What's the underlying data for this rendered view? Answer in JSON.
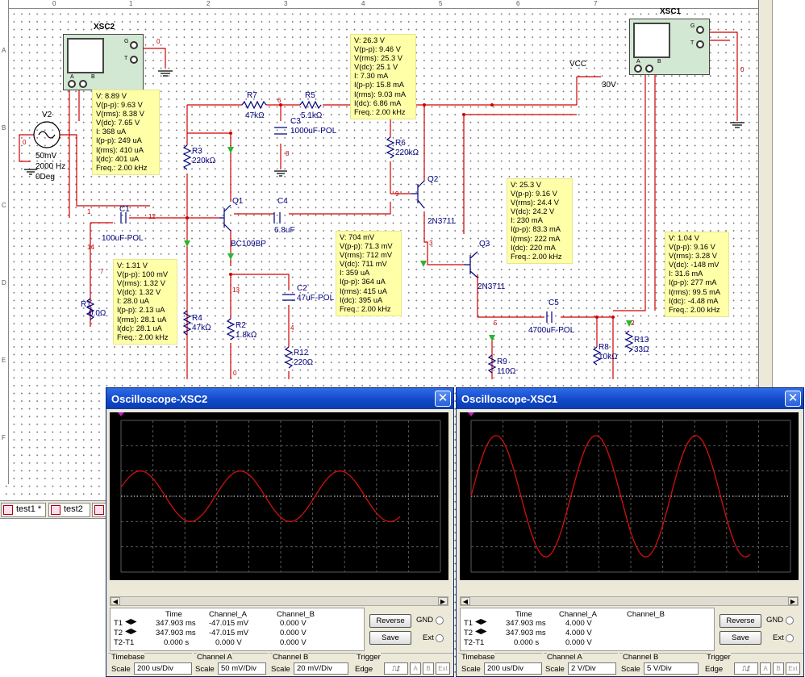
{
  "ruler": {
    "cols": [
      "0",
      "1",
      "2",
      "3",
      "4",
      "5",
      "6",
      "7"
    ],
    "rows": [
      "A",
      "B",
      "C",
      "D",
      "E",
      "F"
    ]
  },
  "instruments": {
    "xsc2": "XSC2",
    "xsc1": "XSC1"
  },
  "terminals": {
    "g": "G",
    "t": "T",
    "a": "A",
    "b": "B"
  },
  "components": {
    "v2_name": "V2",
    "v2_val1": "50mV",
    "v2_val2": "2000 Hz",
    "v2_val3": "0Deg",
    "r7_name": "R7",
    "r7_val": "47kΩ",
    "r5_name": "R5",
    "r5_val": "5.1kΩ",
    "c3_name": "C3",
    "c3_val": "1000uF-POL",
    "r3_name": "R3",
    "r3_val": "220kΩ",
    "q1_name": "Q1",
    "q1_model": "BC109BP",
    "c4_name": "C4",
    "c4_val": "6.8uF",
    "c1_name": "C1",
    "c1_val": "100uF-POL",
    "r1_name": "R1",
    "r1_val": "0.0Ω",
    "r4_name": "R4",
    "r4_val": "47kΩ",
    "r2_name": "R2",
    "r2_val": "1.8kΩ",
    "c2_name": "C2",
    "c2_val": "47uF-POL",
    "r12_name": "R12",
    "r12_val": "220Ω",
    "r6_name": "R6",
    "r6_val": "220kΩ",
    "q2_name": "Q2",
    "q2_model": "2N3711",
    "q3_name": "Q3",
    "q3_model": "2N3711",
    "vcc_name": "VCC",
    "vcc_val": "30V",
    "c5_name": "C5",
    "c5_val": "4700uF-POL",
    "r9_name": "R9",
    "r9_val": "110Ω",
    "r8_name": "R8",
    "r8_val": "10kΩ",
    "r13_name": "R13",
    "r13_val": "33Ω"
  },
  "nets": {
    "n0a": "0",
    "n0b": "0",
    "n0c": "0",
    "n0d": "0",
    "n1": "1",
    "n12": "12",
    "n14": "14",
    "n7": "7",
    "n13": "13",
    "n4": "4",
    "n6": "6",
    "n9": "9",
    "n3": "3",
    "n5": "5",
    "n2": "2",
    "n8": "8"
  },
  "probes": {
    "p1": [
      "V: 8.89 V",
      "V(p-p): 9.63 V",
      "V(rms): 8.38 V",
      "V(dc): 7.65 V",
      "I: 368 uA",
      "I(p-p): 249 uA",
      "I(rms): 410 uA",
      "I(dc): 401 uA",
      "Freq.: 2.00 kHz"
    ],
    "p2": [
      "V: 26.3 V",
      "V(p-p): 9.46 V",
      "V(rms): 25.3 V",
      "V(dc): 25.1 V",
      "I: 7.30 mA",
      "I(p-p): 15.8 mA",
      "I(rms): 9.03 mA",
      "I(dc): 6.86 mA",
      "Freq.: 2.00 kHz"
    ],
    "p3": [
      "V: 25.3 V",
      "V(p-p): 9.16 V",
      "V(rms): 24.4 V",
      "V(dc): 24.2 V",
      "I: 230 mA",
      "I(p-p): 83.3 mA",
      "I(rms): 222 mA",
      "I(dc): 220 mA",
      "Freq.: 2.00 kHz"
    ],
    "p4": [
      "V: 704 mV",
      "V(p-p): 71.3 mV",
      "V(rms): 712 mV",
      "V(dc): 711 mV",
      "I: 359 uA",
      "I(p-p): 364 uA",
      "I(rms): 415 uA",
      "I(dc): 395 uA",
      "Freq.: 2.00 kHz"
    ],
    "p5": [
      "V: 1.31 V",
      "V(p-p): 100 mV",
      "V(rms): 1.32 V",
      "V(dc): 1.32 V",
      "I: 28.0 uA",
      "I(p-p): 2.13 uA",
      "I(rms): 28.1 uA",
      "I(dc): 28.1 uA",
      "Freq.: 2.00 kHz"
    ],
    "p6": [
      "V: 1.04 V",
      "V(p-p): 9.16 V",
      "V(rms): 3.28 V",
      "V(dc): -148 mV",
      "I: 31.6 mA",
      "I(p-p): 277 mA",
      "I(rms): 99.5 mA",
      "I(dc): -4.48 mA",
      "Freq.: 2.00 kHz"
    ]
  },
  "tabs": [
    "test1 *",
    "test2"
  ],
  "scope_xsc2": {
    "title": "Oscilloscope-XSC2",
    "hdr_time": "Time",
    "hdr_cha": "Channel_A",
    "hdr_chb": "Channel_B",
    "t1": "T1",
    "t2": "T2",
    "t2t1": "T2-T1",
    "t1_time": "347.903 ms",
    "t1_a": "-47.015 mV",
    "t1_b": "0.000 V",
    "t2_time": "347.903 ms",
    "t2_a": "-47.015 mV",
    "t2_b": "0.000 V",
    "d_time": "0.000 s",
    "d_a": "0.000 V",
    "d_b": "0.000 V",
    "reverse": "Reverse",
    "save": "Save",
    "gnd": "GND",
    "ext": "Ext",
    "g_timebase": "Timebase",
    "g_cha": "Channel A",
    "g_chb": "Channel B",
    "g_trigger": "Trigger",
    "scale": "Scale",
    "timebase_scale": "200 us/Div",
    "cha_scale": "50 mV/Div",
    "chb_scale": "20 mV/Div",
    "edge": "Edge",
    "trig_a": "A",
    "trig_b": "B",
    "trig_ext": "Ext"
  },
  "scope_xsc1": {
    "title": "Oscilloscope-XSC1",
    "hdr_time": "Time",
    "hdr_cha": "Channel_A",
    "hdr_chb": "Channel_B",
    "t1": "T1",
    "t2": "T2",
    "t2t1": "T2-T1",
    "t1_time": "347.903 ms",
    "t1_a": "4.000 V",
    "t1_b": "",
    "t2_time": "347.903 ms",
    "t2_a": "4.000 V",
    "t2_b": "",
    "d_time": "0.000 s",
    "d_a": "0.000 V",
    "d_b": "",
    "reverse": "Reverse",
    "save": "Save",
    "gnd": "GND",
    "ext": "Ext",
    "g_timebase": "Timebase",
    "g_cha": "Channel A",
    "g_chb": "Channel B",
    "g_trigger": "Trigger",
    "scale": "Scale",
    "timebase_scale": "200 us/Div",
    "cha_scale": "2 V/Div",
    "chb_scale": "5 V/Div",
    "edge": "Edge",
    "trig_a": "A",
    "trig_b": "B",
    "trig_ext": "Ext"
  },
  "waveforms": {
    "xsc2": {
      "divisions_per_screen": 10,
      "cycles_visible": 3.2,
      "amplitude_div": 1.0,
      "color": "#d01010"
    },
    "xsc1": {
      "divisions_per_screen": 10,
      "cycles_visible": 3.2,
      "amplitude_div": 2.4,
      "color": "#d01010"
    }
  },
  "colors": {
    "wire": "#d00000",
    "component": "#000080",
    "probe_bg": "#ffffa8",
    "title_blue": "#1047c8"
  }
}
